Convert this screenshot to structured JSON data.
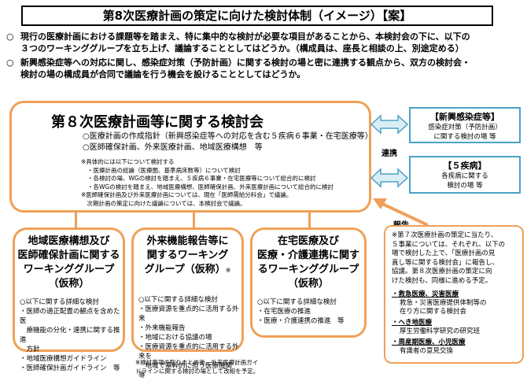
{
  "title": "第8次医療計画の策定に向けた検討体制（イメージ）【案】",
  "intro": [
    {
      "bullet": "○",
      "lines": [
        "現行の医療計画における課題等を踏まえ、特に集中的な検討が必要な項目があることから、本検討会の下に、以下の",
        "３つのワーキンググループを立ち上げ、議論することとしてはどうか。（構成員は、座長と相談の上、別途定める）"
      ]
    },
    {
      "bullet": "○",
      "lines": [
        "新興感染症等への対応に関し、感染症対策（予防計画）に関する検討の場と密に連携する観点から、双方の検討会・",
        "検討の場の構成員が合同で議論を行う機会を設けることとしてはどうか。"
      ]
    }
  ],
  "main": {
    "title": "第８次医療計画等に関する検討会",
    "items": [
      "○医療計画の作成指針（新興感染症等への対応を含む５疾病６事業・在宅医療等）",
      "○医師確保計画、外来医療計画、地域医療構想　等"
    ],
    "notes": [
      "※具体的には以下について検討する",
      "・医療計画の総論（医療圏、基準病床数等）について検討",
      "・各検討の場、WGの検討を踏まえ、５疾病６事業・在宅医療等について総合的に検討",
      "・各WGの検討を踏まえ、地域医療構想、医師確保計画、外来医療計画について総合的に検討"
    ],
    "notes2": [
      "※医師確保計画及び外来医療計画については、現在「医師需給分科会」で議論。",
      "　次期計画の策定に向けた議論については、本検討会で議論。"
    ]
  },
  "link_label": "連携",
  "report_label": "報告",
  "side_boxes": [
    {
      "title": "【新興感染症等】",
      "lines": [
        "感染症対策（予防計画）",
        "に関する検討の場 等"
      ]
    },
    {
      "title": "【５疾病】",
      "lines": [
        "各疾病に関する",
        "検討の場 等"
      ]
    }
  ],
  "wgs": [
    {
      "title": [
        "地域医療構想及び",
        "医師確保計画に関する",
        "ワーキンググループ",
        "（仮称）"
      ],
      "mark": "",
      "heading": "○以下に関する詳細な検討",
      "items": [
        "・医師の適正配置の観点を含めた医",
        "　療機能の分化・連携に関する推進",
        "　方針",
        "・地域医療構想ガイドライン",
        "・医師確保計画ガイドライン　等"
      ]
    },
    {
      "title": [
        "外来機能報告等に",
        "関するワーキング",
        "グループ（仮称）"
      ],
      "mark": "※",
      "heading": "○以下に関する詳細な検討",
      "items": [
        "・医療資源を重点的に活用する外来",
        "・外来機能報告",
        "・地域における協議の場",
        "・医療資源を重点的に活用する外来を",
        "　地域で基幹的に担う医療機関　等"
      ]
    },
    {
      "title": [
        "在宅医療及び",
        "医療・介護連携に関す",
        "るワーキンググループ",
        "（仮称）"
      ],
      "mark": "",
      "heading": "○以下に関する詳細な検討",
      "items": [
        "・在宅医療の推進",
        "・医療・介護連携の推進　等"
      ]
    }
  ],
  "footnote": [
    "※検討事項の取りまとめ後、外来医療計画ガイ",
    "ドラインに関する検討の場として改組を予定。"
  ],
  "right_note": {
    "mark": "※",
    "lines": [
      "第７次医療計画の策定に当たり、",
      "５事業については、それぞれ、以下の",
      "場で検討した上で、「医療計画の見",
      "直し等に関する検討会」に報告し、",
      "協議。第８次医療計画の策定に向",
      "けた検討も、同様に進める予定。"
    ],
    "groups": [
      {
        "head": "・救急医療、災害医療",
        "lines": [
          "救急・災害医療提供体制等の",
          "在り方に関する検討会"
        ]
      },
      {
        "head": "・へき地医療",
        "lines": [
          "厚生労働科学研究の研究班"
        ]
      },
      {
        "head": "・周産期医療、小児医療",
        "lines": [
          "有識者の意見交換"
        ]
      }
    ]
  },
  "colors": {
    "orange": "#f0a058",
    "blue": "#4aa3c6",
    "arrow_fill": "#daeef5",
    "red": "#c00000"
  }
}
